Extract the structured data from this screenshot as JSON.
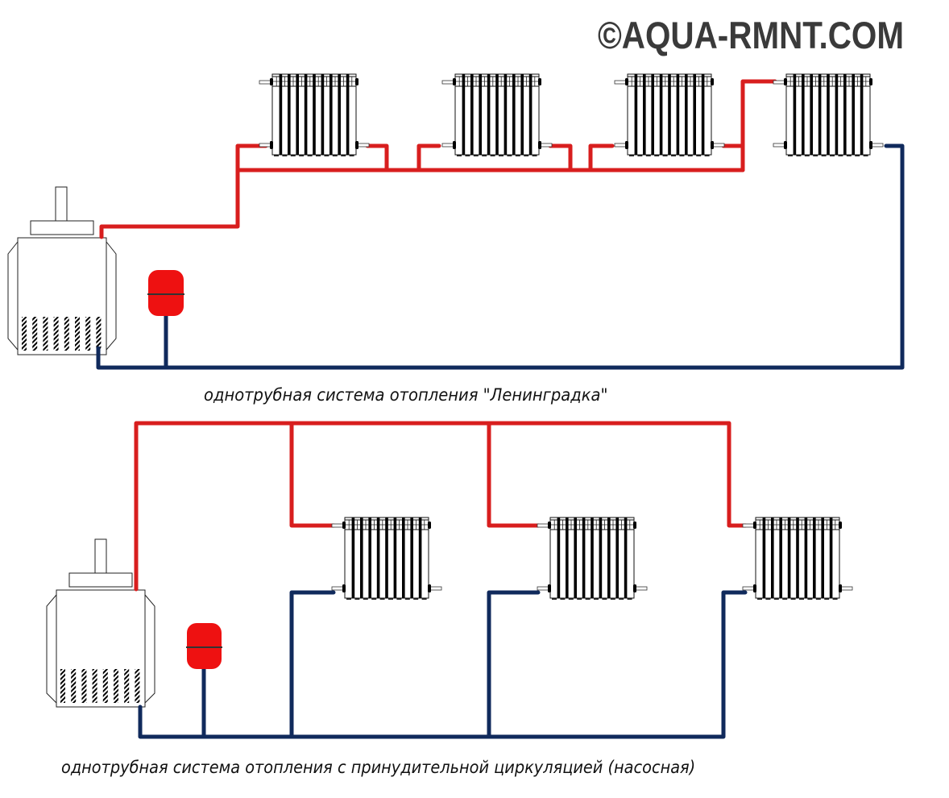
{
  "watermark": "©AQUA-RMNT.COM",
  "diagrams": [
    {
      "id": "leningradka",
      "caption": "однотрубная система отопления \"Ленинградка\"",
      "radiator_count": 4,
      "sections_per_radiator": 10
    },
    {
      "id": "pumped",
      "caption": "однотрубная система отопления с принудительной циркуляцией (насосная)",
      "radiator_count": 3,
      "sections_per_radiator": 10
    }
  ],
  "legend_colors": {
    "supply_hot": "#d81e1e",
    "return_cold": "#102a5c",
    "expansion_tank": "#ee1111",
    "outline": "#000000",
    "watermark": "#3a3a3a"
  }
}
